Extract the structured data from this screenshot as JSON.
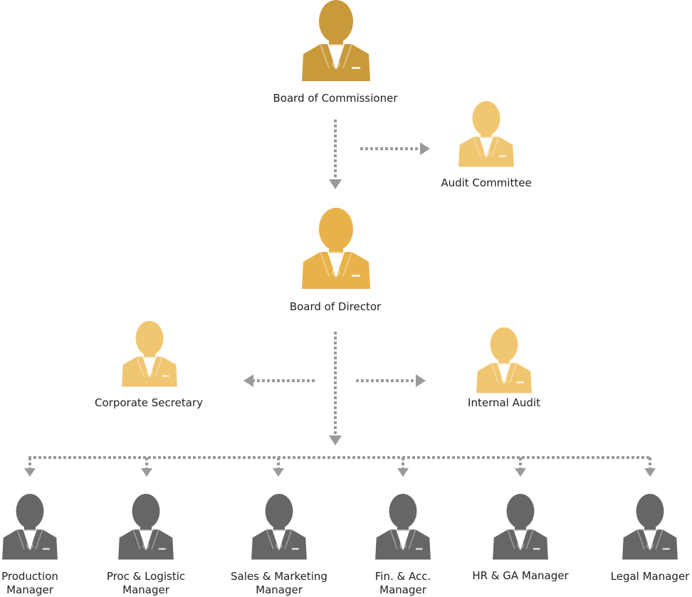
{
  "colors": {
    "commissioner": "#c99a3a",
    "director": "#e8b24a",
    "committee": "#f0c671",
    "manager": "#666666",
    "connector": "#9a9a9a",
    "text": "#1f1f1f"
  },
  "nodes": {
    "board_of_commissioner": {
      "label": "Board of Commissioner"
    },
    "audit_committee": {
      "label": "Audit Committee"
    },
    "board_of_director": {
      "label": "Board of Director"
    },
    "corporate_secretary": {
      "label": "Corporate Secretary"
    },
    "internal_audit": {
      "label": "Internal Audit"
    }
  },
  "managers": [
    {
      "label_lines": [
        "Production",
        "Manager"
      ]
    },
    {
      "label_lines": [
        "Proc & Logistic",
        "Manager"
      ]
    },
    {
      "label_lines": [
        "Sales & Marketing",
        "Manager"
      ]
    },
    {
      "label_lines": [
        "Fin. & Acc.",
        "Manager"
      ]
    },
    {
      "label_lines": [
        "HR & GA Manager"
      ]
    },
    {
      "label_lines": [
        "Legal Manager"
      ]
    }
  ]
}
